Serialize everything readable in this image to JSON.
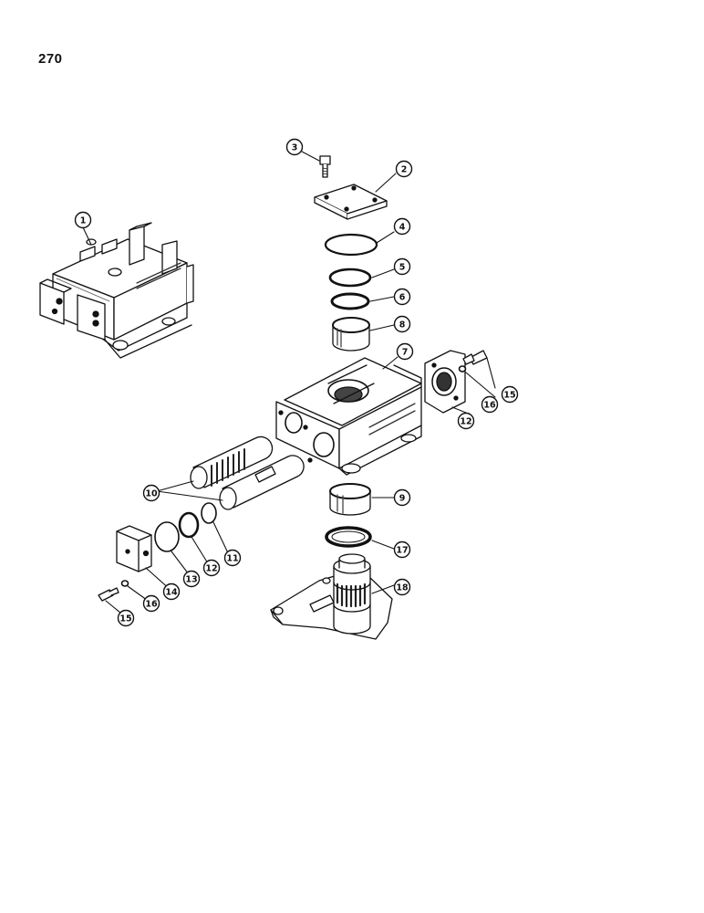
{
  "page": {
    "number": "270"
  },
  "callouts": {
    "c1": "1",
    "c2": "2",
    "c3": "3",
    "c4": "4",
    "c5": "5",
    "c6": "6",
    "c7": "7",
    "c8": "8",
    "c9": "9",
    "c10": "10",
    "c11": "11",
    "c12a": "12",
    "c12b": "12",
    "c13": "13",
    "c14": "14",
    "c15a": "15",
    "c15b": "15",
    "c16a": "16",
    "c16b": "16",
    "c17": "17",
    "c18": "18"
  },
  "colors": {
    "ink": "#111111",
    "shade": "#2a2a2a",
    "paper": "#ffffff"
  }
}
